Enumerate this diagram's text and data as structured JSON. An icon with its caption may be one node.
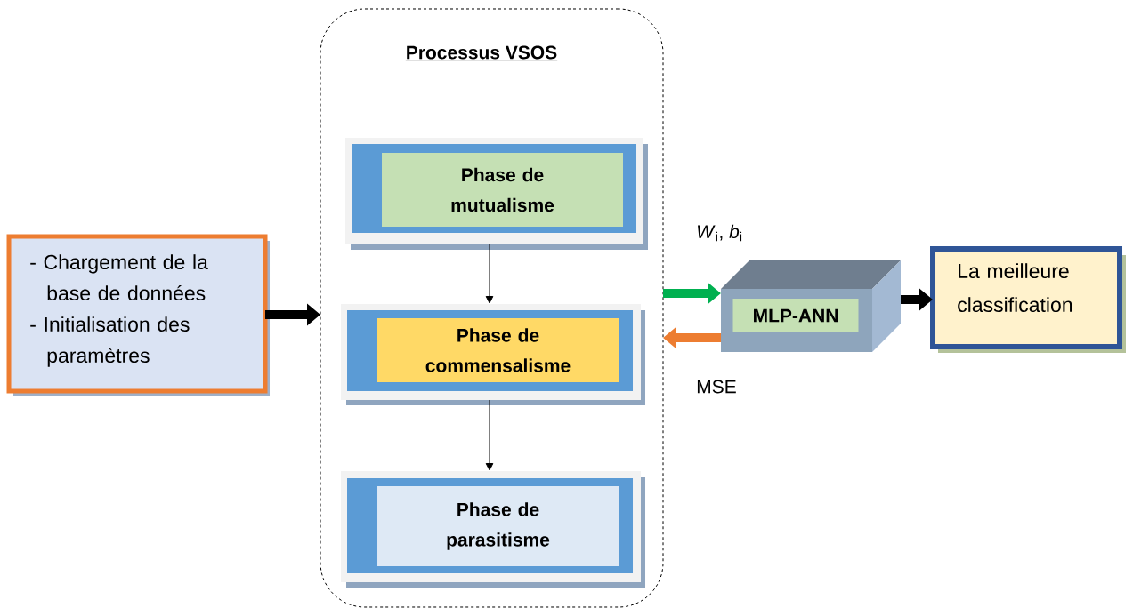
{
  "diagram": {
    "nodes": [
      {
        "text": [
          "- Chargement de la base de données",
          "- Initialisation des paramètres"
        ]
      },
      {
        "text": [
          "Processus VSOS"
        ]
      },
      {
        "text": [
          "Phase de mutualisme"
        ],
        "in": 1
      },
      {
        "text": [
          "Phase de commensalisme"
        ],
        "in": 1
      },
      {
        "text": [
          "Phase de parasitisme"
        ],
        "in": 1
      },
      {
        "text": [
          "MLP-ANN"
        ]
      },
      {
        "text": [
          "La meilleure classification"
        ]
      }
    ],
    "edges": [
      {
        "from": 0,
        "to": 1,
        "arrow": "to"
      },
      {
        "from": 2,
        "to": 3,
        "arrow": "to"
      },
      {
        "from": 3,
        "to": 4,
        "arrow": "to"
      },
      {
        "from": 1,
        "to": 5,
        "arrow": "to",
        "color": "#00b050",
        "label": "*W*$_{i}$, *b*$_{i}$"
      },
      {
        "from": 5,
        "to": 1,
        "arrow": "to",
        "color": "#ed7d31",
        "label": "MSE"
      },
      {
        "from": 5,
        "to": 6,
        "arrow": "to"
      }
    ]
  }
}
